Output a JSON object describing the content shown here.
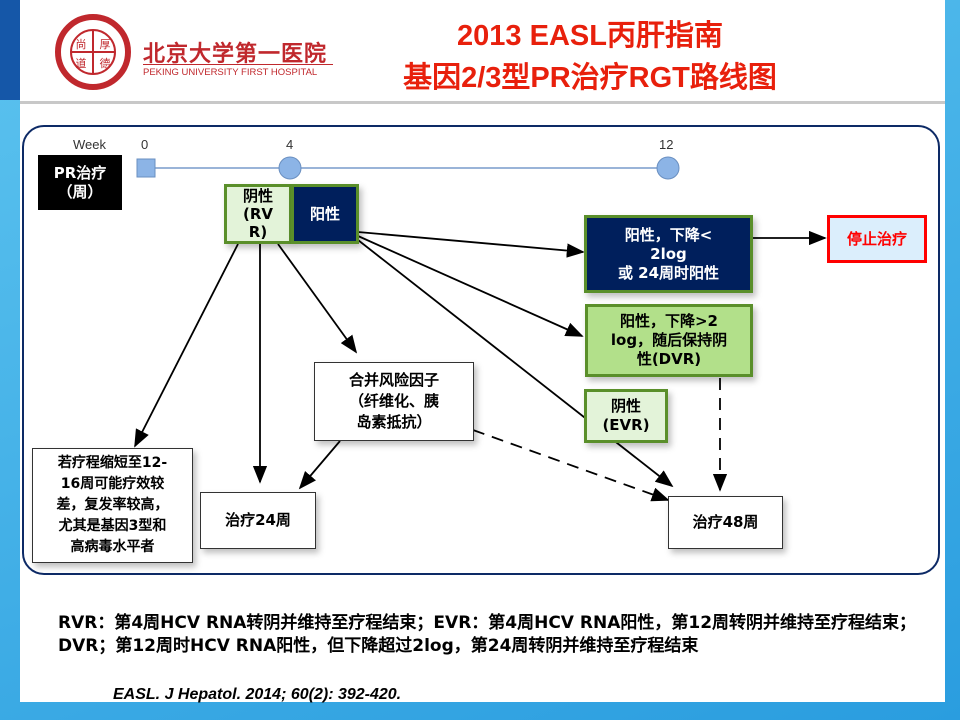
{
  "header": {
    "title_line1": "2013 EASL丙肝指南",
    "title_line2": "基因2/3型PR治疗RGT路线图",
    "logo": {
      "name_cn": "北京大学第一医院",
      "name_en": "PEKING UNIVERSITY FIRST HOSPITAL",
      "seal_text": "尚厚道德"
    }
  },
  "timeline": {
    "week_label": "Week",
    "ticks": [
      "0",
      "4",
      "12"
    ],
    "row_label": "PR治疗\n（周）"
  },
  "nodes": {
    "rvr": "阴性\n(RV\nR)",
    "positive": "阳性",
    "decline_lt": "阳性，下降<\n2log\n或 24周时阳性",
    "stop": "停止治疗",
    "dvr": "阳性，下降>2\nlog，随后保持阴\n性(DVR)",
    "evr": "阴性\n(EVR)",
    "risk": "合并风险因子\n（纤维化、胰\n岛素抵抗）",
    "short": "若疗程缩短至12-\n16周可能疗效较\n差，复发率较高，\n尤其是基因3型和\n高病毒水平者",
    "t24": "治疗24周",
    "t48": "治疗48周"
  },
  "footer": {
    "definitions": "RVR：第4周HCV RNA转阴并维持至疗程结束；EVR：第4周HCV RNA阳性，第12周转阴并维持至疗程结束；DVR；第12周时HCV RNA阳性，但下降超过2log，第24周转阴并维持至疗程结束",
    "citation": "EASL. J Hepatol. 2014; 60(2): 392-420."
  },
  "colors": {
    "title": "#e8200c",
    "navy": "#001f5c",
    "green": "#5a8f2a",
    "stop": "#ff0000"
  }
}
